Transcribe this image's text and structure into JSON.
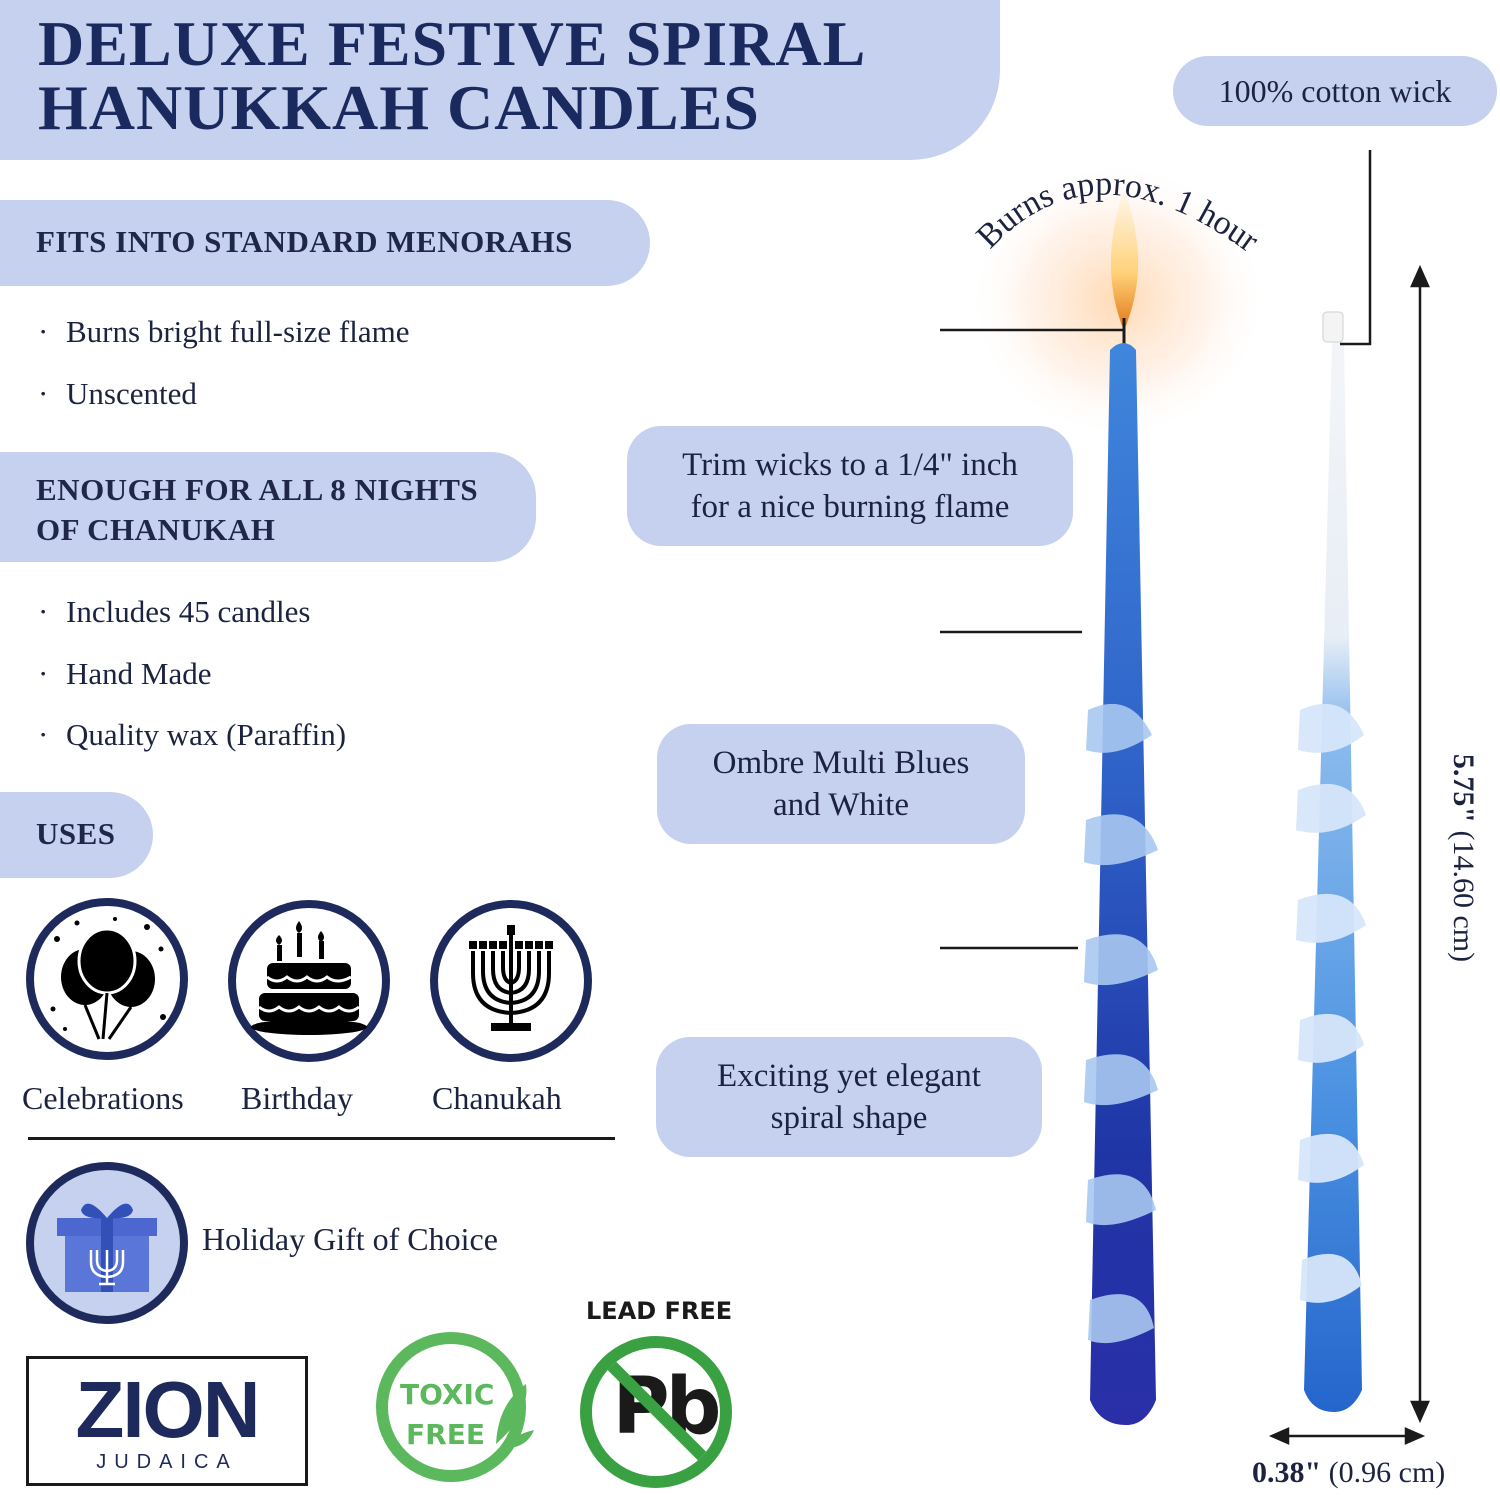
{
  "title": {
    "line1": "DELUXE FESTIVE SPIRAL",
    "line2": "HANUKKAH CANDLES"
  },
  "sections": {
    "menorahs": {
      "heading": "FITS INTO STANDARD MENORAHS",
      "bullets": [
        "Burns bright full-size flame",
        "Unscented"
      ]
    },
    "nights": {
      "heading_line1": "ENOUGH FOR ALL 8 NIGHTS",
      "heading_line2": "OF CHANUKAH",
      "bullets": [
        "Includes 45 candles",
        "Hand Made",
        "Quality wax (Paraffin)"
      ]
    },
    "uses": {
      "heading": "USES",
      "items": [
        {
          "label": "Celebrations",
          "icon": "balloons-icon"
        },
        {
          "label": "Birthday",
          "icon": "birthday-cake-icon"
        },
        {
          "label": "Chanukah",
          "icon": "menorah-icon"
        }
      ]
    },
    "gift": {
      "label": "Holiday Gift of Choice",
      "icon": "gift-box-icon"
    }
  },
  "badges": {
    "brand_main": "ZION",
    "brand_sub": "JUDAICA",
    "toxic_line1": "TOXIC",
    "toxic_line2": "FREE",
    "lead_free": "LEAD FREE",
    "lead_symbol": "Pb"
  },
  "callouts": {
    "wick": "100% cotton wick",
    "burn_time": "Burns approx. 1 hour",
    "trim_line1": "Trim wicks to a 1/4\" inch",
    "trim_line2": "for a nice burning flame",
    "ombre_line1": "Ombre Multi Blues",
    "ombre_line2": "and White",
    "spiral_line1": "Exciting yet elegant",
    "spiral_line2": "spiral shape"
  },
  "dimensions": {
    "height_bold": "5.75\"",
    "height_metric": " (14.60 cm)",
    "width_bold": "0.38\"",
    "width_metric": " (0.96 cm)"
  },
  "colors": {
    "pill": "#c6d0ef",
    "navy": "#1f2a5c",
    "toxic_green": "#5cb85c",
    "lead_green": "#3aa142",
    "candle_dark_blue": "#1f2fa0",
    "candle_light_blue": "#3f86dc"
  }
}
